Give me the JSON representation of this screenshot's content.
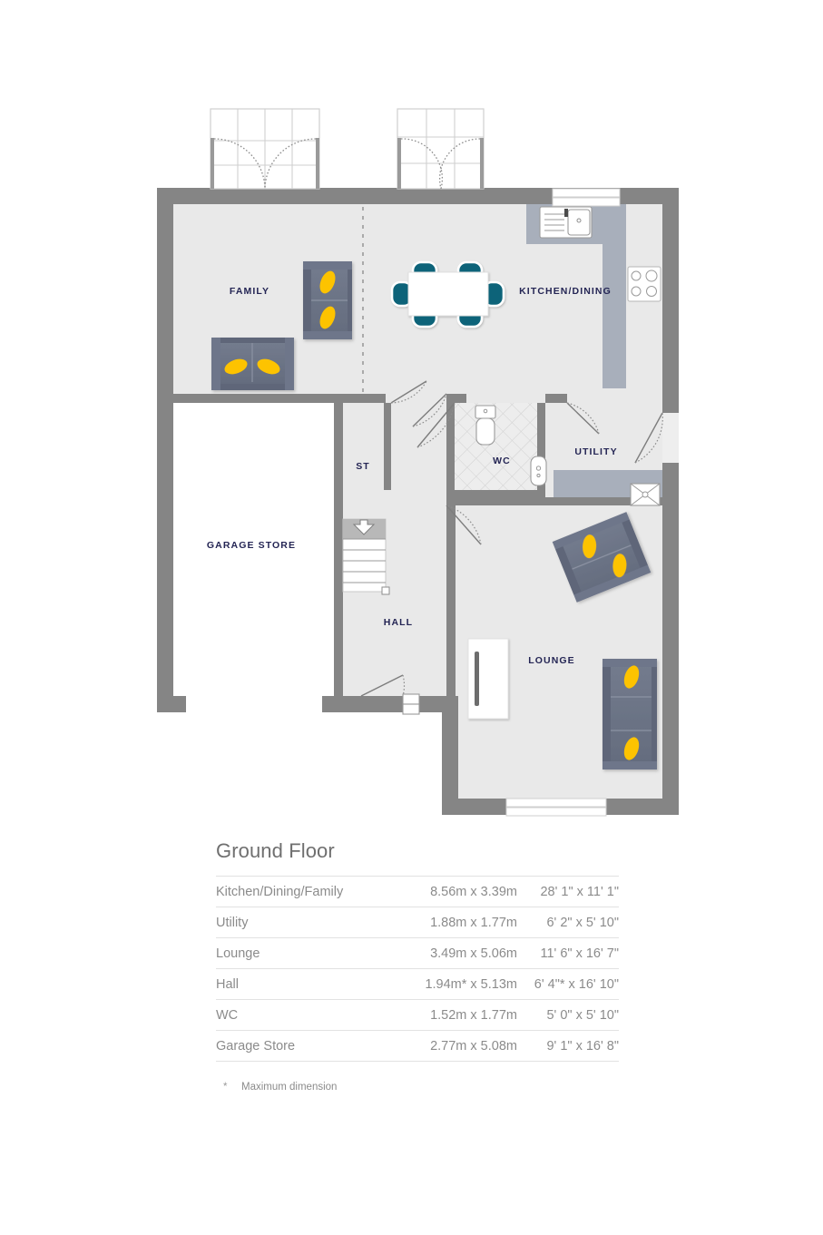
{
  "floor": {
    "title": "Ground Floor",
    "footnote_symbol": "*",
    "footnote_text": "Maximum dimension"
  },
  "rooms_table": {
    "rows": [
      {
        "name": "Kitchen/Dining/Family",
        "metric": "8.56m  x  3.39m",
        "imperial": "28' 1\"  x  11' 1\""
      },
      {
        "name": "Utility",
        "metric": "1.88m  x  1.77m",
        "imperial": "6' 2\"  x  5' 10\""
      },
      {
        "name": "Lounge",
        "metric": "3.49m  x  5.06m",
        "imperial": "11' 6\"  x  16' 7\""
      },
      {
        "name": "Hall",
        "metric": "1.94m*  x  5.13m",
        "imperial": "6' 4\"*  x  16' 10\""
      },
      {
        "name": "WC",
        "metric": "1.52m  x  1.77m",
        "imperial": "5' 0\"  x  5' 10\""
      },
      {
        "name": "Garage Store",
        "metric": "2.77m  x  5.08m",
        "imperial": "9' 1\"  x  16' 8\""
      }
    ]
  },
  "plan_labels": {
    "family": "FAMILY",
    "kitchen_dining": "KITCHEN/DINING",
    "st": "ST",
    "wc": "WC",
    "utility": "UTILITY",
    "garage_store": "GARAGE STORE",
    "hall": "HALL",
    "lounge": "LOUNGE"
  },
  "colors": {
    "wall": "#858585",
    "floor_fill": "#e9e9e9",
    "garage_fill": "#ffffff",
    "counter": "#a8afbb",
    "label": "#242554",
    "sofa": "#6b7385",
    "cushion": "#fdc300",
    "chair": "#0c6379",
    "table_white": "#ffffff",
    "legend_text": "#8b8b8b",
    "title_text": "#6f6f6f",
    "rule": "#e2e2e2"
  }
}
